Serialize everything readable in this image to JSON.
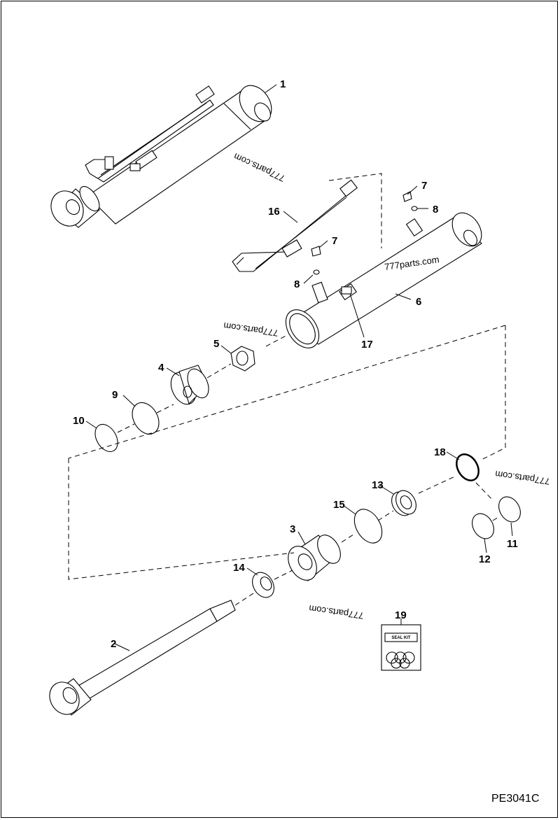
{
  "diagram": {
    "drawing_code": "PE3041C",
    "watermark": "777parts.com",
    "seal_kit_label": "SEAL KIT",
    "callouts": [
      "1",
      "2",
      "3",
      "4",
      "5",
      "6",
      "7",
      "7",
      "8",
      "8",
      "9",
      "10",
      "11",
      "12",
      "13",
      "14",
      "15",
      "16",
      "17",
      "18",
      "19"
    ]
  },
  "parts": [
    {
      "number": "1",
      "component": "hydraulic-cylinder-assembly"
    },
    {
      "number": "2",
      "component": "piston-rod"
    },
    {
      "number": "3",
      "component": "gland-head"
    },
    {
      "number": "4",
      "component": "piston"
    },
    {
      "number": "5",
      "component": "nut"
    },
    {
      "number": "6",
      "component": "cylinder-barrel"
    },
    {
      "number": "7",
      "component": "plug"
    },
    {
      "number": "8",
      "component": "o-ring"
    },
    {
      "number": "9",
      "component": "seal-ring"
    },
    {
      "number": "10",
      "component": "wear-ring"
    },
    {
      "number": "11",
      "component": "backup-ring"
    },
    {
      "number": "12",
      "component": "o-ring"
    },
    {
      "number": "13",
      "component": "wiper-seal"
    },
    {
      "number": "14",
      "component": "rod-seal"
    },
    {
      "number": "15",
      "component": "o-ring"
    },
    {
      "number": "16",
      "component": "hydraulic-tube"
    },
    {
      "number": "17",
      "component": "clip"
    },
    {
      "number": "18",
      "component": "retaining-ring"
    },
    {
      "number": "19",
      "component": "seal-kit"
    }
  ]
}
